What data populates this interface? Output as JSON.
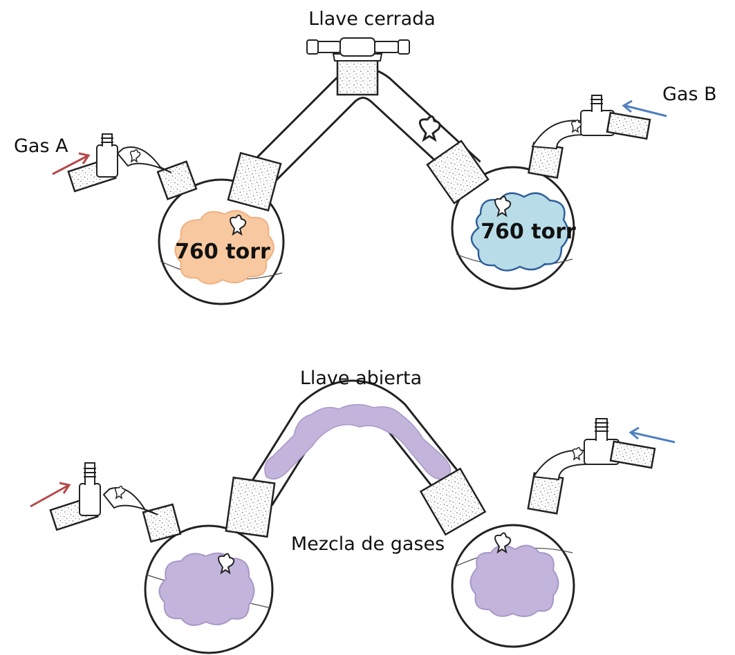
{
  "top": {
    "valve_label": "Llave cerrada",
    "gas_a_label": "Gas A",
    "gas_b_label": "Gas B",
    "left_pressure": "760 torr",
    "right_pressure": "760 torr"
  },
  "bottom": {
    "valve_label": "Llave  abierta",
    "mixture_label": "Mezcla de gases"
  },
  "colors": {
    "gas_a_cloud": "#f8c9a0",
    "gas_a_cloud_edge": "#f0b080",
    "gas_b_cloud": "#b8dde8",
    "gas_b_cloud_edge": "#2f5f9a",
    "mixture_cloud": "#c3b4dc",
    "mixture_cloud_edge": "#a898c8",
    "gas_a_arrow": "#b5484a",
    "gas_b_arrow": "#4f7fc0"
  }
}
